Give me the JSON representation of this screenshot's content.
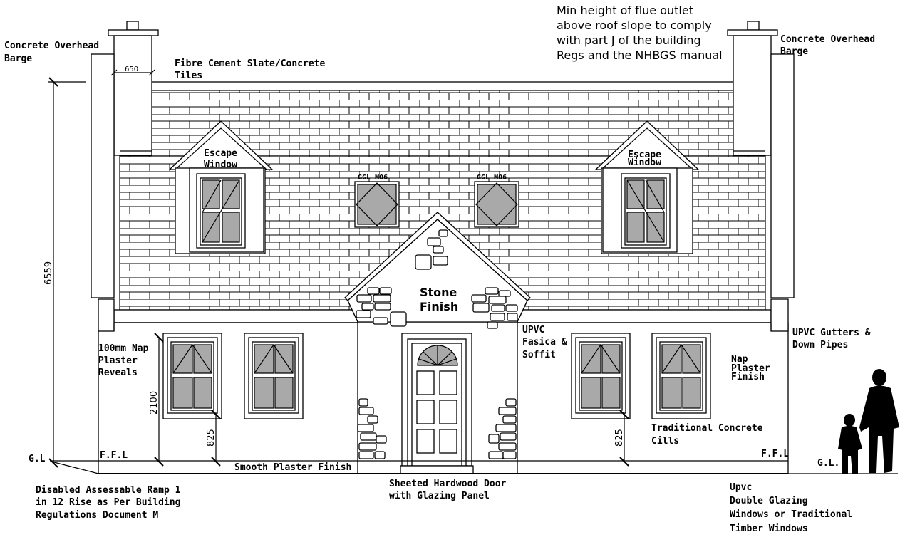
{
  "labels": {
    "barge_left": [
      "Concrete Overhead",
      "Barge"
    ],
    "barge_right": [
      "Concrete Overhead",
      "Barge"
    ],
    "roof_tiles": [
      "Fibre Cement Slate/Concrete",
      "Tiles"
    ],
    "flue_note": [
      "Min height of flue outlet",
      "above roof slope to comply",
      "with part J of the building",
      "Regs and the NHBGS manual"
    ],
    "escape_left": [
      "Escape",
      "Window"
    ],
    "escape_right": [
      "Escape",
      "Window"
    ],
    "rooflight_left": "GGL M06",
    "rooflight_right": "GGL M06",
    "stone": [
      "Stone",
      "Finish"
    ],
    "fascia": [
      "UPVC",
      "Fasica &",
      "Soffit"
    ],
    "gutters": [
      "UPVC Gutters &",
      "Down Pipes"
    ],
    "reveals": [
      "100mm Nap",
      "Plaster",
      "Reveals"
    ],
    "nap_finish": [
      "Nap",
      "Plaster",
      "Finish"
    ],
    "cills": [
      "Traditional Concrete",
      "Cills"
    ],
    "gl_left": "G.L",
    "gl_right": "G.L.",
    "ffl_left": "F.F.L",
    "ffl_right": "F.F.L",
    "smooth": "Smooth Plaster Finish",
    "door": [
      "Sheeted Hardwood Door",
      "with Glazing Panel"
    ],
    "ramp": [
      "Disabled Assessable Ramp 1",
      "in 12 Rise as Per Building",
      "Regulations Document M"
    ],
    "windows_note": [
      "Upvc",
      "Double Glazing",
      "Windows or Traditional",
      "Timber Windows"
    ]
  },
  "dimensions": {
    "chimney_width": "650",
    "overall_height": "6559",
    "window_head": "2100",
    "cill_left": "825",
    "cill_right": "825"
  }
}
